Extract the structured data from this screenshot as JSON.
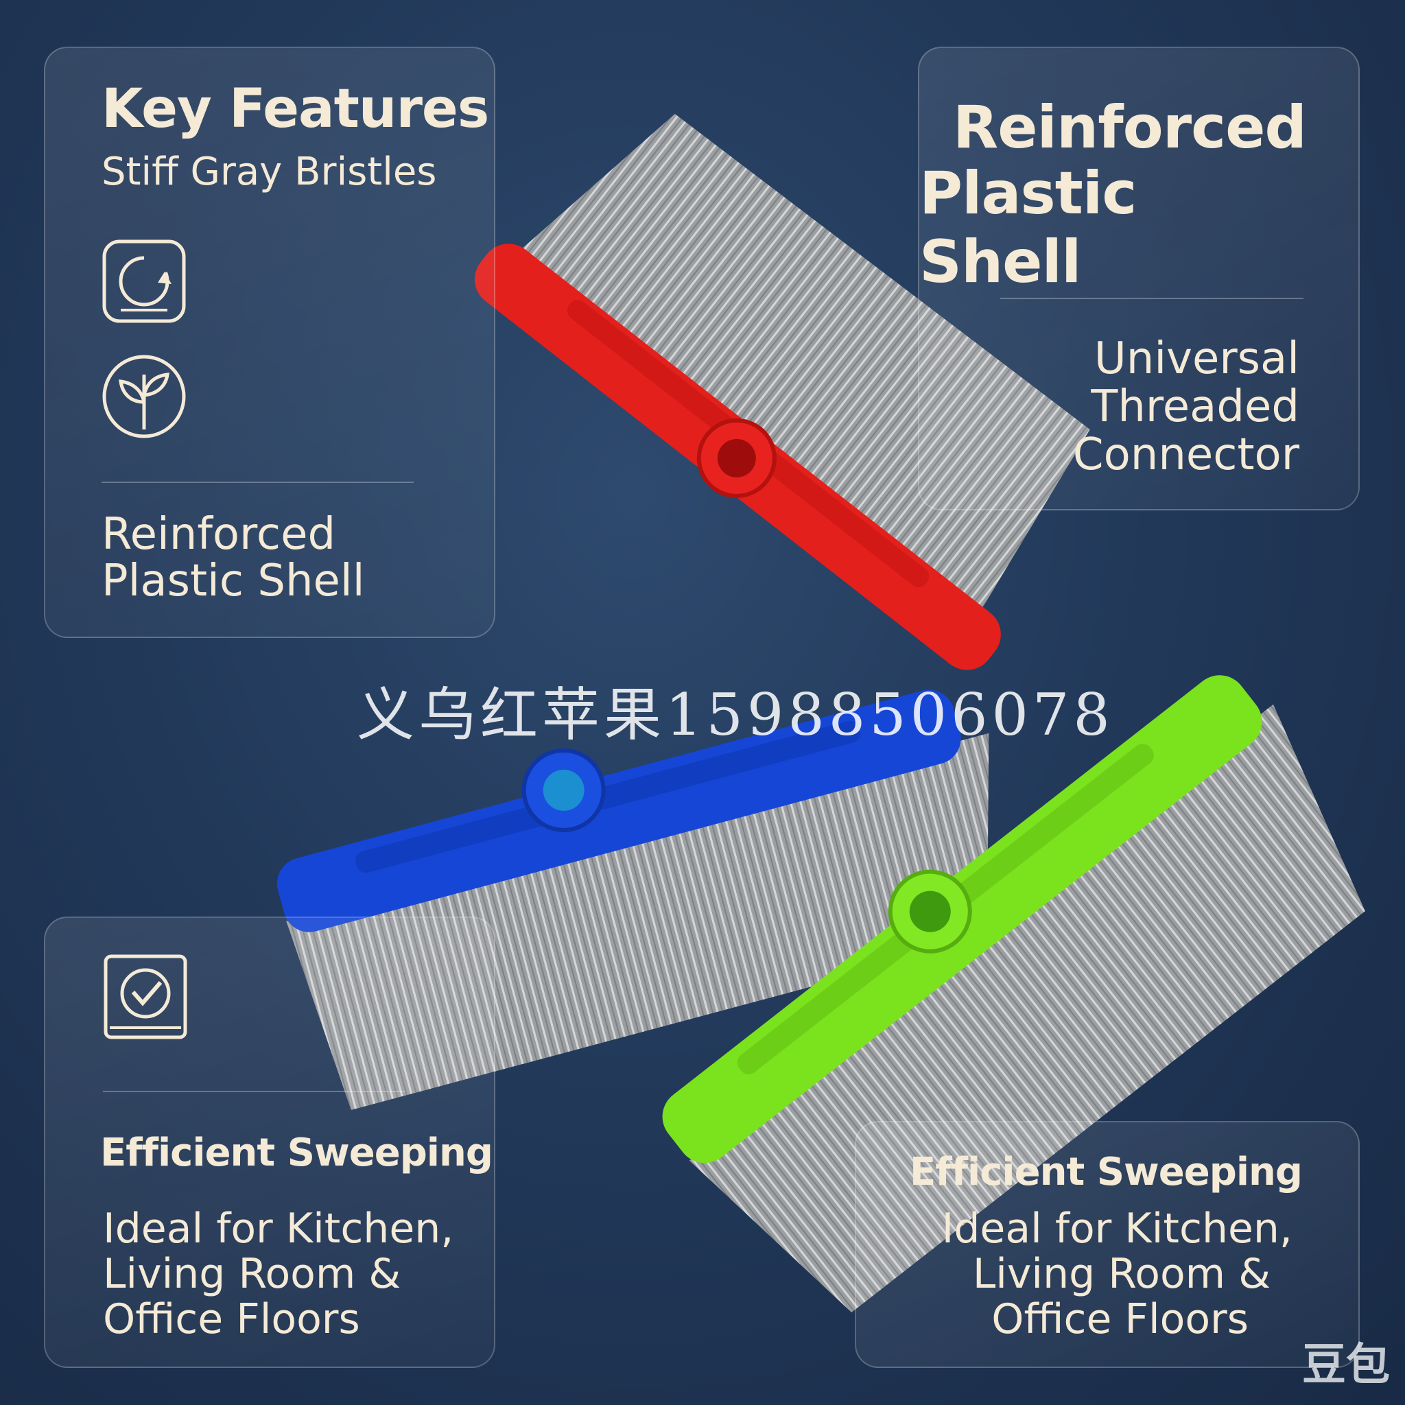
{
  "panel_top_left": {
    "title": "Key Features",
    "subtitle": "Stiff Gray Bristles",
    "icons": [
      "rotate-icon",
      "leaf-icon"
    ],
    "body_line1": "Reinforced",
    "body_line2": "Plastic Shell"
  },
  "panel_top_right": {
    "title_line1": "Reinforced",
    "title_line2": "Plastic Shell",
    "body_line1": "Universal",
    "body_line2": "Threaded",
    "body_line3": "Connector"
  },
  "panel_bottom_left": {
    "icon": "check-leaf-icon",
    "title": "Efficient Sweeping",
    "body_line1": "Ideal for Kitchen,",
    "body_line2": "Living Room &",
    "body_line3": "Office Floors"
  },
  "panel_bottom_right": {
    "title": "Efficient Sweeping",
    "body_line1": "Ideal for Kitchen,",
    "body_line2": "Living Room &",
    "body_line3": "Office Floors"
  },
  "watermark": "义乌红苹果15988506078",
  "corner_logo": "豆包",
  "brush_colors": {
    "red": "#e8231f",
    "blue": "#1546d6",
    "green": "#7be21e",
    "bristle": "#a8abad"
  }
}
